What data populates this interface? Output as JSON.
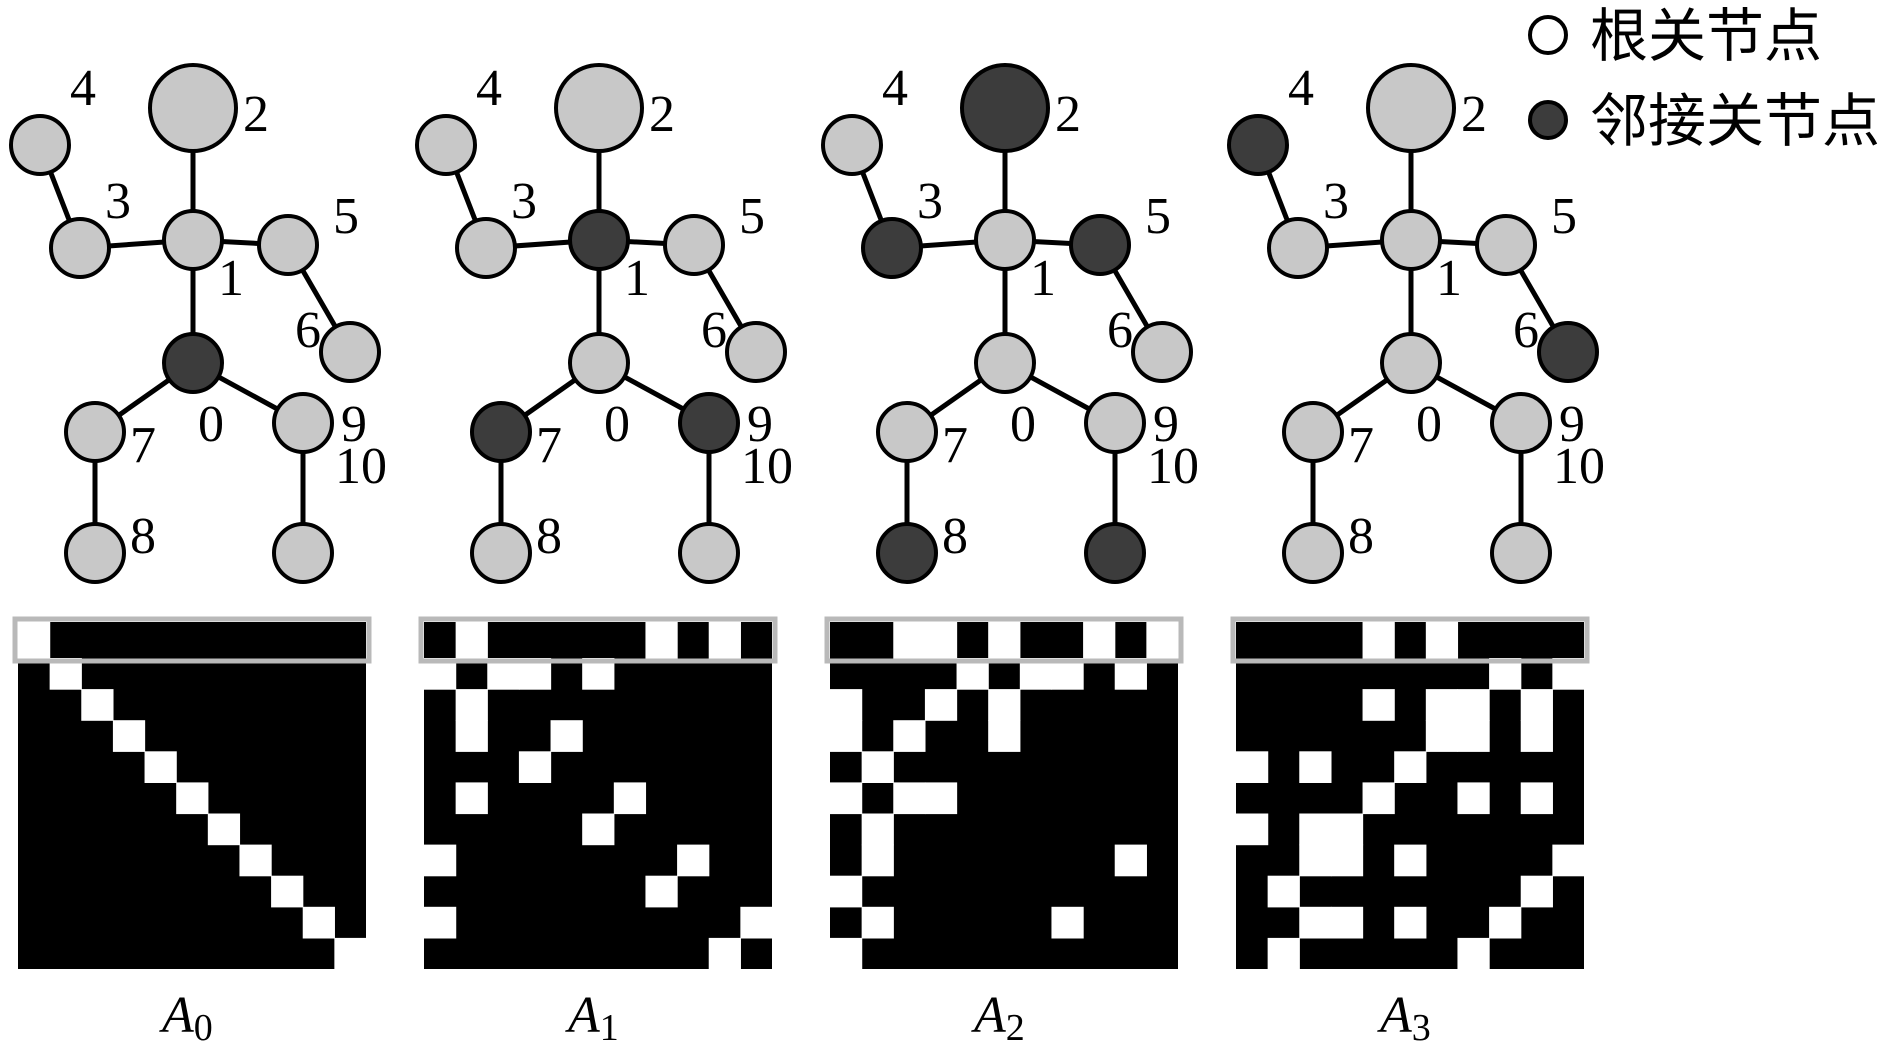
{
  "legend": {
    "root_label": "根关节点",
    "neighbor_label": "邻接关节点"
  },
  "colors": {
    "node_default": "#c8c8c8",
    "node_highlight": "#3c3c3c",
    "root_marker": "#ffffff",
    "matrix_zero": "#000000",
    "matrix_one": "#ffffff"
  },
  "skeleton": {
    "joints": [
      "0",
      "1",
      "2",
      "3",
      "4",
      "5",
      "6",
      "7",
      "8",
      "9",
      "10"
    ],
    "edges": [
      [
        0,
        1
      ],
      [
        1,
        2
      ],
      [
        1,
        3
      ],
      [
        3,
        4
      ],
      [
        1,
        5
      ],
      [
        5,
        6
      ],
      [
        0,
        7
      ],
      [
        7,
        8
      ],
      [
        0,
        9
      ],
      [
        9,
        10
      ]
    ]
  },
  "panels": [
    {
      "caption_letter": "A",
      "caption_index": "0",
      "highlighted": [
        0
      ]
    },
    {
      "caption_letter": "A",
      "caption_index": "1",
      "highlighted": [
        1,
        7,
        9
      ]
    },
    {
      "caption_letter": "A",
      "caption_index": "2",
      "highlighted": [
        2,
        3,
        5,
        8,
        10
      ]
    },
    {
      "caption_letter": "A",
      "caption_index": "3",
      "highlighted": [
        4,
        6
      ]
    }
  ]
}
